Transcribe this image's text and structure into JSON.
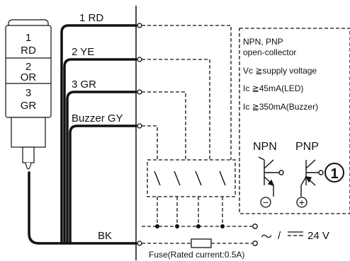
{
  "tower": {
    "tiers": [
      {
        "num": "1",
        "code": "RD"
      },
      {
        "num": "2",
        "code": "OR"
      },
      {
        "num": "3",
        "code": "GR"
      }
    ]
  },
  "wires": {
    "rd": "1 RD",
    "ye": "2 YE",
    "gr": "3 GR",
    "buzzer": "Buzzer GY",
    "bk": "BK"
  },
  "fuse_label": "Fuse(Rated current:0.5A)",
  "supply": {
    "ac_symbol": "～",
    "slash": "/",
    "dc_symbol": "⎓",
    "voltage": "24 V"
  },
  "spec": {
    "line1": "NPN, PNP",
    "line2": "open-collector",
    "line3": "Vc ≧supply voltage",
    "line4": "Ic  ≧45mA(LED)",
    "line5": "Ic  ≧350mA(Buzzer)"
  },
  "transistors": {
    "npn_label": "NPN",
    "pnp_label": "PNP",
    "npn_terminal": "−",
    "pnp_terminal": "+",
    "ref_number": "1"
  },
  "colors": {
    "line": "#111111",
    "dash": "#111111",
    "background": "#ffffff"
  }
}
